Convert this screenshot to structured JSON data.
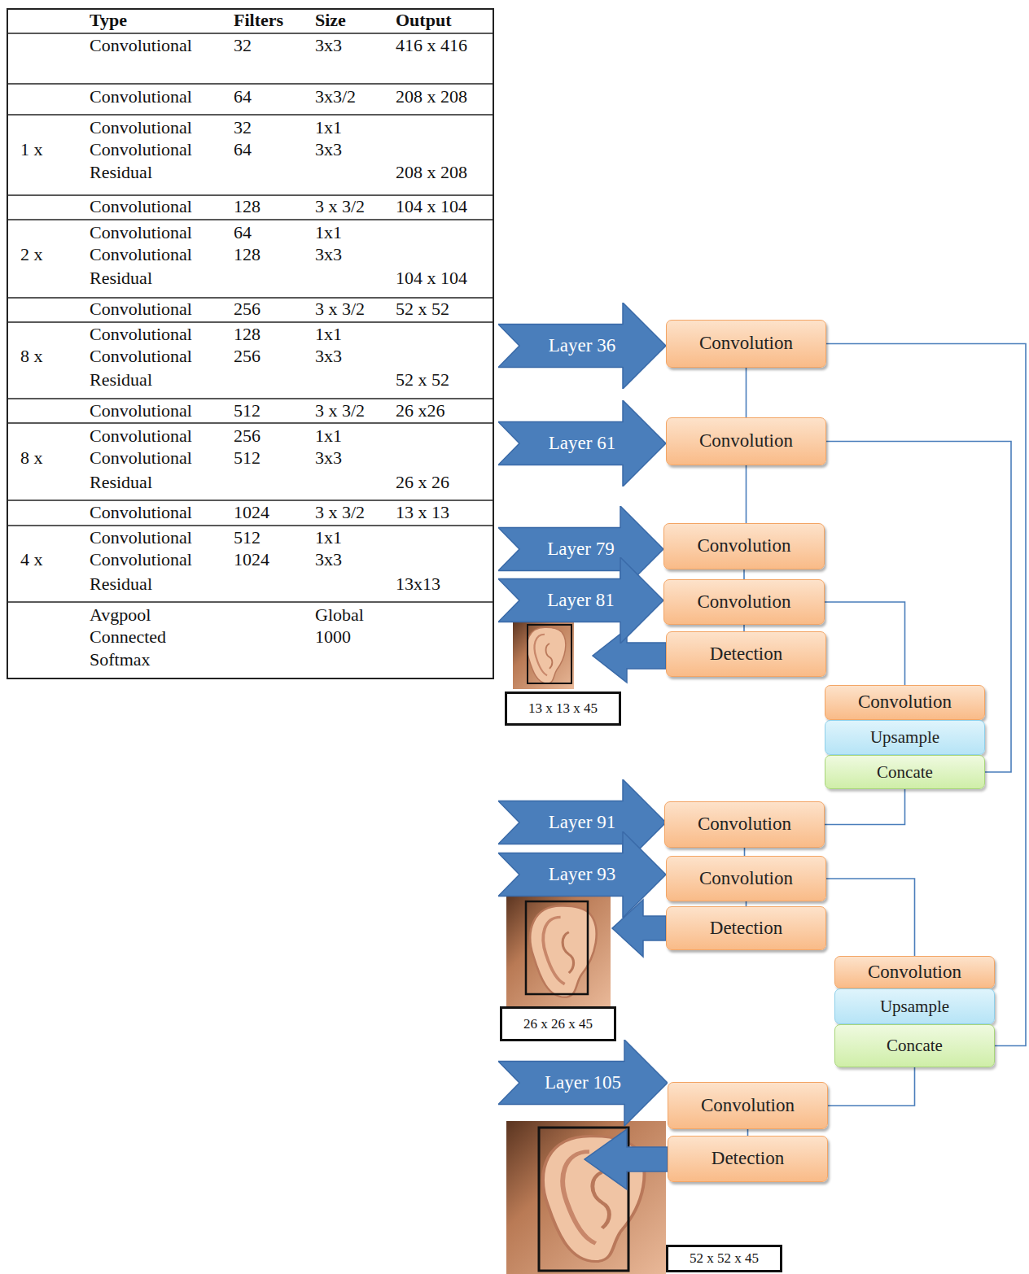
{
  "diagram": {
    "nodes": [
      {
        "text": [
          "Layer 36"
        ]
      },
      {
        "text": [
          "Convolution"
        ]
      },
      {
        "text": [
          "Layer 61"
        ]
      },
      {
        "text": [
          "Convolution"
        ]
      },
      {
        "text": [
          "Layer 79"
        ]
      },
      {
        "text": [
          "Convolution"
        ]
      },
      {
        "text": [
          "Layer 81"
        ]
      },
      {
        "text": [
          "Convolution"
        ]
      },
      {
        "text": [
          "Detection"
        ]
      },
      {
        "text": [
          "13 x 13 x 45"
        ]
      },
      {
        "text": [
          "Convolution"
        ]
      },
      {
        "text": [
          "Upsample"
        ]
      },
      {
        "text": [
          "Concate"
        ]
      },
      {
        "text": [
          "Layer 91"
        ]
      },
      {
        "text": [
          "Convolution"
        ]
      },
      {
        "text": [
          "Layer 93"
        ]
      },
      {
        "text": [
          "Convolution"
        ]
      },
      {
        "text": [
          "Detection"
        ]
      },
      {
        "text": [
          "26 x 26 x 45"
        ]
      },
      {
        "text": [
          "Convolution"
        ]
      },
      {
        "text": [
          "Upsample"
        ]
      },
      {
        "text": [
          "Concate"
        ]
      },
      {
        "text": [
          "Layer 105"
        ]
      },
      {
        "text": [
          "Convolution"
        ]
      },
      {
        "text": [
          "Detection"
        ]
      },
      {
        "text": [
          "52 x 52 x 45"
        ]
      }
    ],
    "edges": [
      {
        "from": 1,
        "to": 3,
        "arrow": "none"
      },
      {
        "from": 1,
        "to": 21,
        "arrow": "none"
      },
      {
        "from": 3,
        "to": 5,
        "arrow": "none"
      },
      {
        "from": 3,
        "to": 12,
        "arrow": "none"
      },
      {
        "from": 5,
        "to": 7,
        "arrow": "none"
      },
      {
        "from": 7,
        "to": 8,
        "arrow": "none"
      },
      {
        "from": 7,
        "to": 10,
        "arrow": "none"
      },
      {
        "from": 12,
        "to": 14,
        "arrow": "none"
      },
      {
        "from": 14,
        "to": 16,
        "arrow": "none"
      },
      {
        "from": 16,
        "to": 17,
        "arrow": "none"
      },
      {
        "from": 16,
        "to": 19,
        "arrow": "none"
      },
      {
        "from": 21,
        "to": 23,
        "arrow": "none"
      },
      {
        "from": 23,
        "to": 24,
        "arrow": "none"
      }
    ],
    "labels": [
      "Type",
      "Filters",
      "Size",
      "Output",
      "Convolutional",
      "32",
      "3x3",
      "416 x 416",
      "Convolutional",
      "64",
      "3x3/2",
      "208 x 208",
      "Convolutional",
      "32",
      "1x1",
      "1 x",
      "Convolutional",
      "64",
      "3x3",
      "Residual",
      "208 x 208",
      "Convolutional",
      "128",
      "3 x 3/2",
      "104 x 104",
      "Convolutional",
      "64",
      "1x1",
      "2 x",
      "Convolutional",
      "128",
      "3x3",
      "Residual",
      "104 x 104",
      "Convolutional",
      "256",
      "3 x 3/2",
      "52 x 52",
      "Convolutional",
      "128",
      "1x1",
      "8 x",
      "Convolutional",
      "256",
      "3x3",
      "Residual",
      "52 x 52",
      "Convolutional",
      "512",
      "3 x 3/2",
      "26 x26",
      "Convolutional",
      "256",
      "1x1",
      "8 x",
      "Convolutional",
      "512",
      "3x3",
      "Residual",
      "26 x 26",
      "Convolutional",
      "1024",
      "3 x 3/2",
      "13 x 13",
      "Convolutional",
      "512",
      "1x1",
      "4 x",
      "Convolutional",
      "1024",
      "3x3",
      "Residual",
      "13x13",
      "Avgpool",
      "Global",
      "Connected",
      "1000",
      "Softmax"
    ]
  }
}
